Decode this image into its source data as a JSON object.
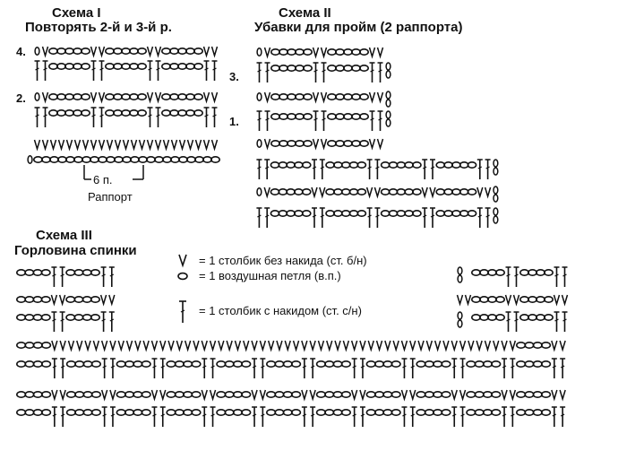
{
  "scheme1": {
    "title": "Схема I",
    "subtitle": "Повторять 2-й и 3-й р.",
    "row_numbers": [
      "4.",
      "2."
    ],
    "repeat_note": "6 п.",
    "repeat_label": "Раппорт",
    "rows": [
      "OVCCCCCVVCCCCCVVCCCCCVV",
      "TTCCCCCTTCCCCCTTCCCCCTT",
      "OVCCCCCVVCCCCCVVCCCCCVV",
      "TTCCCCCTTCCCCCTTCCCCCTT",
      "VVVVVVVVVVVVVVVVVVVVVVV",
      "OCCCCCCCCCCCCCCCCCCCCCCC"
    ]
  },
  "scheme2": {
    "title": "Схема II",
    "subtitle": "Убавки для пройм (2 раппорта)",
    "row_numbers": [
      "3.",
      "1."
    ],
    "rows": [
      "OVCCCCCVVCCCCCVV",
      "TTCCCCCTTCCCCCTTOO",
      "OVCCCCCVVCCCCCVVOO",
      "TTCCCCCTTCCCCCTTOO",
      "OVCCCCCVVCCCCCVV",
      "TTCCCCCTTCCCCCTTCCCCCTTCCCCCTTOO",
      "OVCCCCCVVCCCCCVVCCCCCVVCCCCCVVOO",
      "TTCCCCCTTCCCCCTTCCCCCTTCCCCCTTOO"
    ]
  },
  "scheme3": {
    "title": "Схема III",
    "subtitle": "Горловина спинки",
    "rows_left": [
      "CCCCTTCCCCTT",
      "CCCCVVCCCCVV",
      "CCCCTTCCCCTT"
    ],
    "rows_right": [
      "OOCCCCTTCCCCTT",
      "VVCCCCVVCCCCVV",
      "OOCCCCTTCCCCTT"
    ],
    "rows_full": [
      "CCCCVVVVVVVVVVVVVVVVVVVVVVVVVVVVVVVVVVVVVVVVVVVVVVVVVVVVVVVVCCCCVV",
      "CCCCTTCCCCTTCCCCTTCCCCTTCCCCTTCCCCTTCCCCTTCCCCTTCCCCTTCCCCTTCCCCTT",
      "CCCCVVCCCCVVCCCCVVCCCCVVCCCCVVCCCCVVCCCCVVCCCCVVCCCCVVCCCCVVCCCCVV",
      "CCCCTTCCCCTTCCCCTTCCCCTTCCCCTTCCCCTTCCCCTTCCCCTTCCCCTTCCCCTTCCCCTT"
    ]
  },
  "legend": [
    {
      "symbol": "V",
      "text": "= 1 столбик без накида (ст. б/н)",
      "icon": "single-crochet-icon"
    },
    {
      "symbol": "0",
      "text": "= 1 воздушная петля (в.п.)",
      "icon": "chain-stitch-icon"
    },
    {
      "symbol": "T",
      "text": "= 1 столбик с накидом (ст. с/н)",
      "icon": "double-crochet-icon"
    }
  ],
  "colors": {
    "ink": "#111111",
    "paper": "#ffffff"
  }
}
